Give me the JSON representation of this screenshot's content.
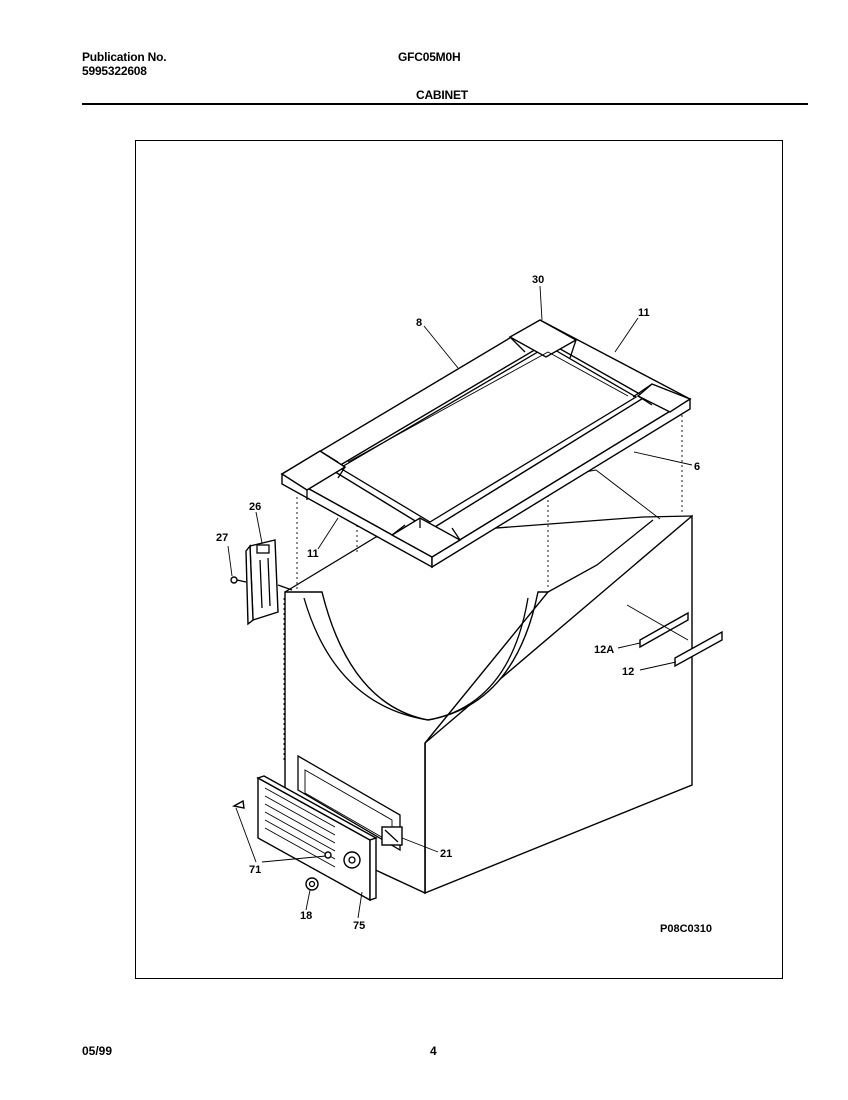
{
  "header": {
    "publication_label": "Publication No.",
    "publication_number": "5995322608",
    "model": "GFC05M0H",
    "section": "CABINET"
  },
  "diagram": {
    "drawing_id": "P08C0310",
    "callouts": {
      "c30": "30",
      "c8": "8",
      "c11a": "11",
      "c6": "6",
      "c26": "26",
      "c27": "27",
      "c11b": "11",
      "c12a": "12A",
      "c12": "12",
      "c21": "21",
      "c71": "71",
      "c18": "18",
      "c75": "75"
    }
  },
  "footer": {
    "date": "05/99",
    "page": "4"
  }
}
